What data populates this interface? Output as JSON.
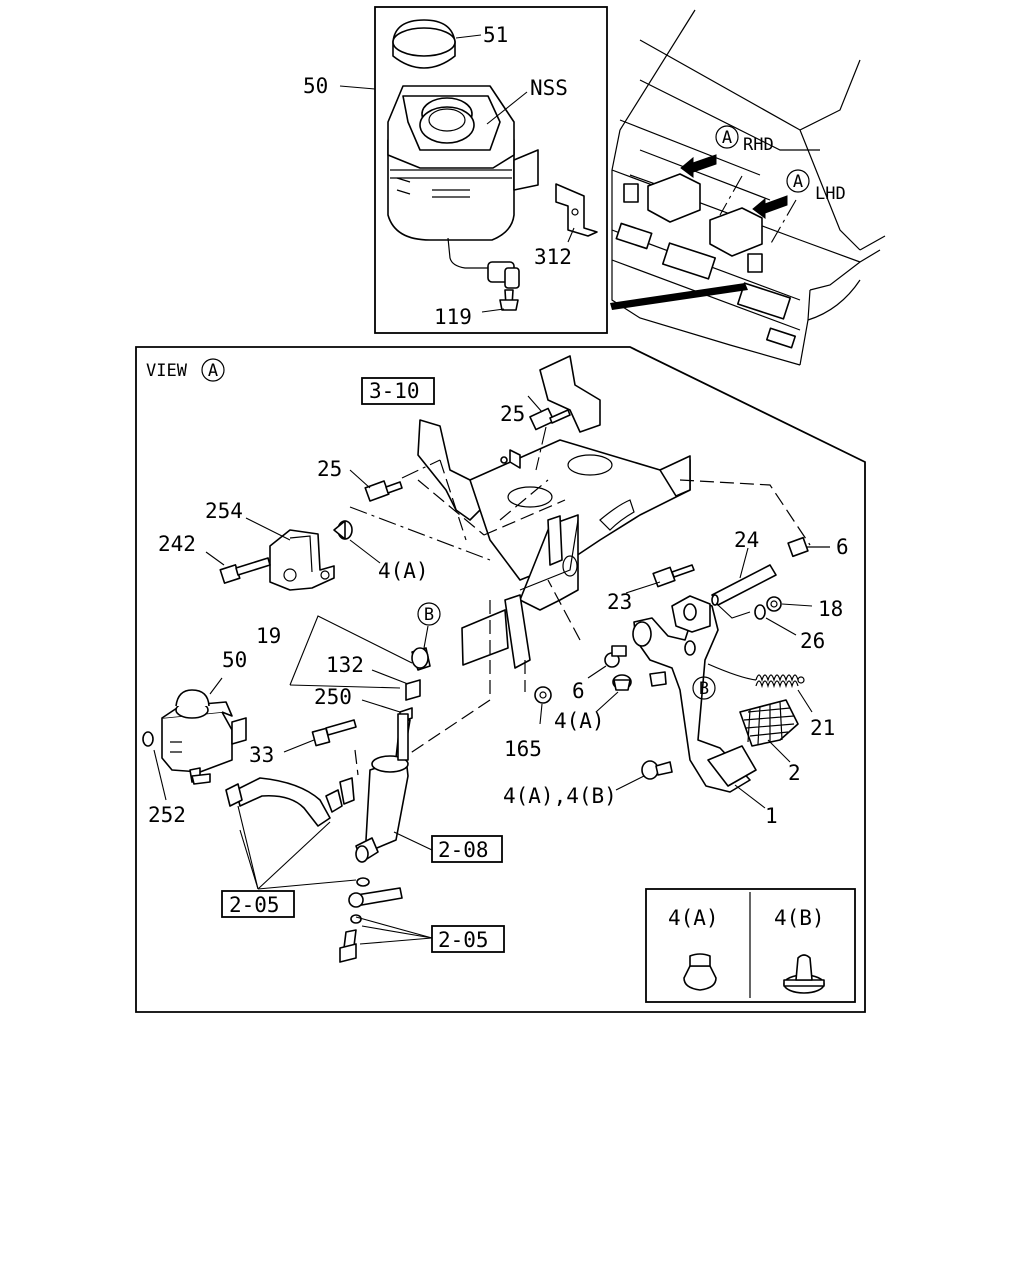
{
  "view_label": "VIEW",
  "view_marker": "A",
  "rhd_marker": "A",
  "rhd_label": "RHD",
  "lhd_marker": "A",
  "lhd_label": "LHD",
  "marker_b": "B",
  "callouts": {
    "c51": "51",
    "c50_top": "50",
    "cNSS": "NSS",
    "c312": "312",
    "c119": "119",
    "c3_10": "3-10",
    "c25_top": "25",
    "c25_mid": "25",
    "c254": "254",
    "c242": "242",
    "c4a_left": "4(A)",
    "c6_right": "6",
    "c24": "24",
    "c23": "23",
    "c18": "18",
    "c26": "26",
    "c19": "19",
    "c132": "132",
    "c250": "250",
    "c50_low": "50",
    "c33": "33",
    "c252": "252",
    "c6_mid": "6",
    "c4a_mid": "4(A)",
    "c165": "165",
    "c21": "21",
    "c2": "2",
    "c4a4b": "4(A),4(B)",
    "c1": "1",
    "c2_08": "2-08",
    "c2_05_left": "2-05",
    "c2_05_right": "2-05"
  },
  "legend": {
    "left_label": "4(A)",
    "right_label": "4(B)"
  }
}
